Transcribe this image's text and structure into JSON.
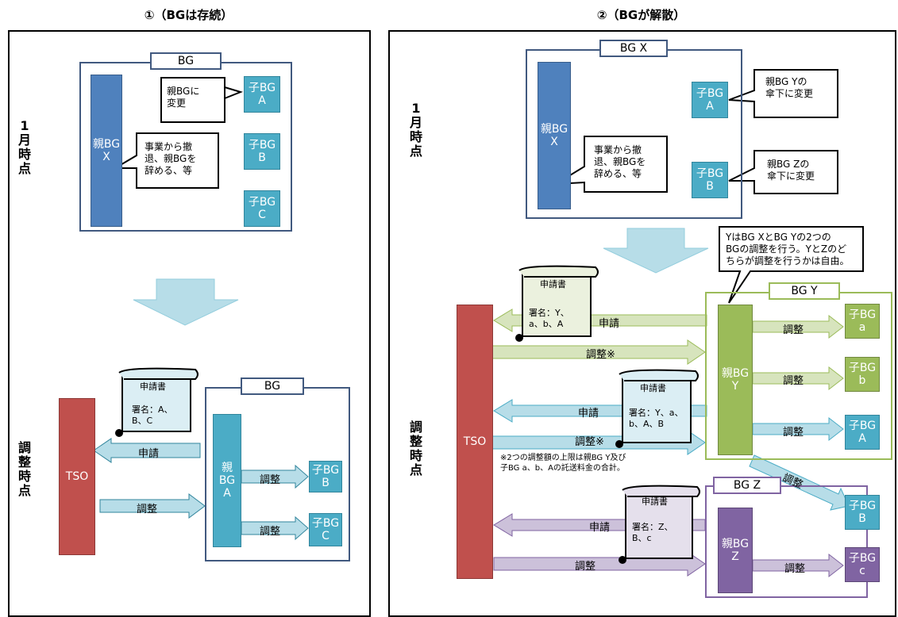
{
  "panels": {
    "left": {
      "title": "①（BGは存続）"
    },
    "right": {
      "title": "②（BGが解散）"
    }
  },
  "side_labels": {
    "jan": "1月時点",
    "adjust": "調整時点"
  },
  "left_top": {
    "bg_title": "BG",
    "parent": "親BG\nX",
    "children": [
      "子BG\nA",
      "子BG\nB",
      "子BG\nC"
    ],
    "callout_change": "親BGに\n変更",
    "callout_withdraw": "事業から撤\n退、親BGを\n辞める、等"
  },
  "left_bottom": {
    "tso": "TSO",
    "bg_title": "BG",
    "parent": "親BG\nA",
    "children": [
      "子BG\nB",
      "子BG\nC"
    ],
    "doc_title": "申請書",
    "doc_sign": "署名：A、\nB、C",
    "arrow_apply": "申請",
    "arrow_adjust": "調整",
    "child_adjust_1": "調整",
    "child_adjust_2": "調整"
  },
  "right_top": {
    "bg_title": "BG X",
    "parent": "親BG\nX",
    "children": [
      "子BG\nA",
      "子BG\nB"
    ],
    "callout_y": "親BG Yの\n傘下に変更",
    "callout_z": "親BG Zの\n傘下に変更",
    "callout_withdraw": "事業から撤\n退、親BGを\n辞める、等"
  },
  "right_bottom": {
    "tso": "TSO",
    "note_callout": "YはBG XとBG Yの2つの\nBGの調整を行う。YとZのど\nちらが調整を行うかは自由。",
    "bg_y_title": "BG Y",
    "bg_z_title": "BG Z",
    "parent_y": "親BG\nY",
    "parent_z": "親BG\nZ",
    "children_y": [
      "子BG\na",
      "子BG\nb",
      "子BG\nA"
    ],
    "child_b_upper": "子BG\nB",
    "child_c": "子BG\nc",
    "doc1_title": "申請書",
    "doc1_sign": "署名：Y、\na、b、A",
    "doc2_title": "申請書",
    "doc2_sign": "署名：Y、a、\nb、A、B",
    "doc3_title": "申請書",
    "doc3_sign": "署名：Z、\nB、c",
    "apply1": "申請",
    "adjust1": "調整※",
    "apply2": "申請",
    "adjust2": "調整※",
    "apply3": "申請",
    "adjust3": "調整",
    "y_adj_a": "調整",
    "y_adj_b": "調整",
    "y_adj_A": "調整",
    "y_adj_B": "調整",
    "z_adj_c": "調整",
    "footnote": "※2つの調整額の上限は親BG Y及び\n子BG a、b、Aの託送料金の合計。"
  },
  "colors": {
    "parent_blue": "#4f81bd",
    "child_teal": "#4bacc6",
    "tso_red": "#c0504d",
    "bg_y_green": "#9bbb59",
    "bg_z_purple": "#8064a2",
    "down_arrow": "#b7dde8"
  }
}
